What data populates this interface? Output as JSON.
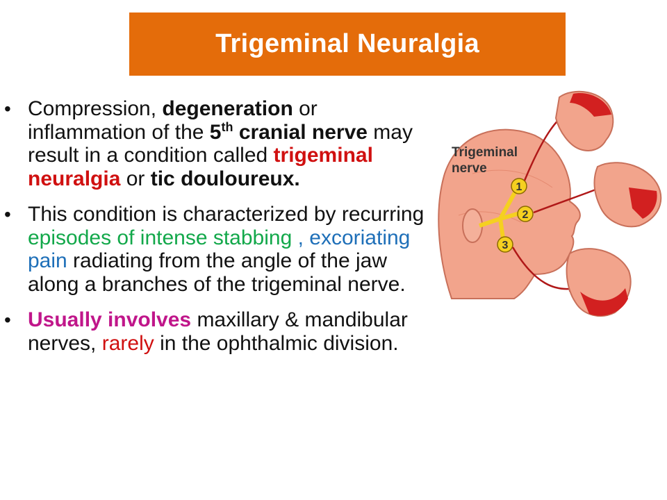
{
  "title": "Trigeminal Neuralgia",
  "bullet1": {
    "p1": "Compression, ",
    "p2": "degeneration",
    "p3": " or inflammation of the ",
    "p4": "5",
    "p4sup": "th",
    "p5": " cranial nerve",
    "p6": " may result in a condition called ",
    "p7": "trigeminal neuralgia",
    "p8": " or ",
    "p9": "tic douloureux."
  },
  "bullet2": {
    "p1": "This condition is characterized by recurring ",
    "p2": "episodes of intense stabbing ",
    "p3": ", ",
    "p4": "excoriating pain",
    "p5": " radiating from the angle of the jaw along a branches of the trigeminal nerve."
  },
  "bullet3": {
    "p1": "Usually involves",
    "p2": " maxillary & mandibular nerves, ",
    "p3": "rarely",
    "p4": " in the ophthalmic division."
  },
  "illustration": {
    "label_line1": "Trigeminal",
    "label_line2": "nerve",
    "branch_numbers": [
      "1",
      "2",
      "3"
    ]
  },
  "colors": {
    "title_bg": "#e46c0a",
    "red": "#d01010",
    "green": "#12a84a",
    "blue": "#1e6fb8",
    "magenta": "#c0168a"
  }
}
